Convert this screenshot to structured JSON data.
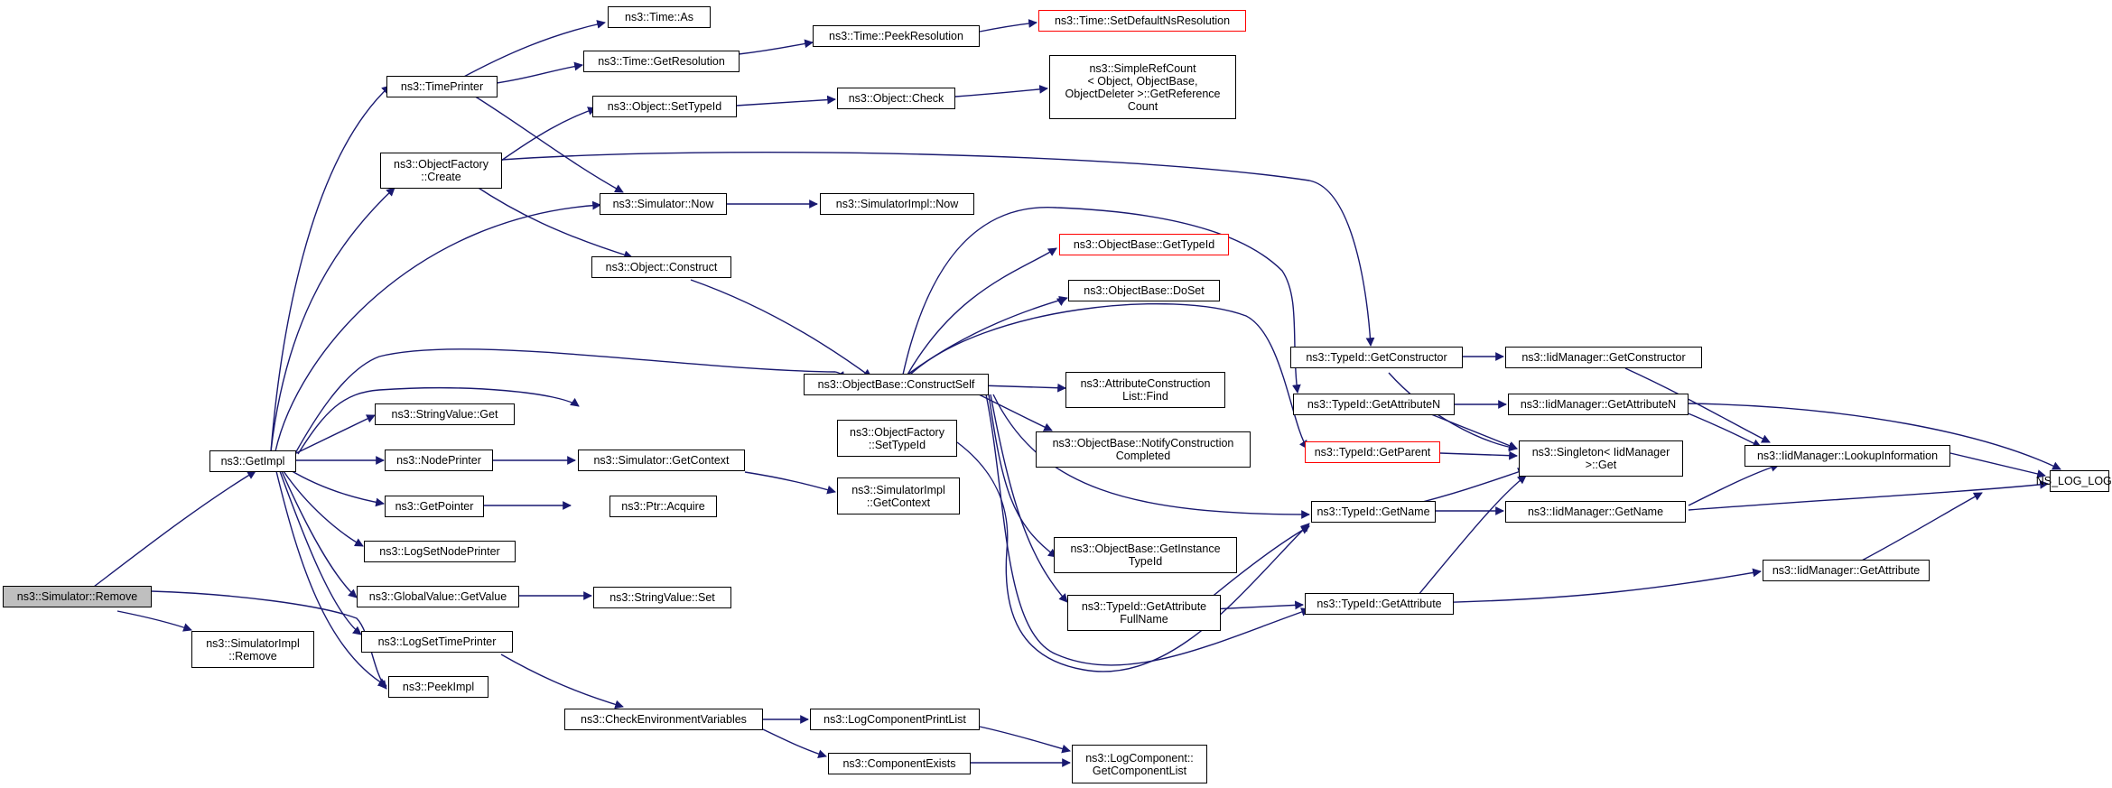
{
  "colors": {
    "edge": "#191970",
    "border": "#000000",
    "highlight_border": "#ff0000",
    "root_fill": "#bfbfbf"
  },
  "nodes": {
    "simulator_remove": "ns3::Simulator::Remove",
    "getimpl": "ns3::GetImpl",
    "simulatorimpl_remove": "ns3::SimulatorImpl\n::Remove",
    "peekimpl": "ns3::PeekImpl",
    "timeprinter": "ns3::TimePrinter",
    "objectfactory_create": "ns3::ObjectFactory\n::Create",
    "stringvalue_get": "ns3::StringValue::Get",
    "nodeprinter": "ns3::NodePrinter",
    "getpointer": "ns3::GetPointer",
    "logsetnodeprinter": "ns3::LogSetNodePrinter",
    "globalvalue_getvalue": "ns3::GlobalValue::GetValue",
    "logsettimeprinter": "ns3::LogSetTimePrinter",
    "time_as": "ns3::Time::As",
    "time_getresolution": "ns3::Time::GetResolution",
    "object_settypeid": "ns3::Object::SetTypeId",
    "simulator_now": "ns3::Simulator::Now",
    "object_construct": "ns3::Object::Construct",
    "simulator_getcontext": "ns3::Simulator::GetContext",
    "ptr_acquire": "ns3::Ptr::Acquire",
    "stringvalue_set": "ns3::StringValue::Set",
    "checkenvvars": "ns3::CheckEnvironmentVariables",
    "time_peekresolution": "ns3::Time::PeekResolution",
    "object_check": "ns3::Object::Check",
    "simulatorimpl_now": "ns3::SimulatorImpl::Now",
    "objectbase_constructself": "ns3::ObjectBase::ConstructSelf",
    "objectfactory_settypeid": "ns3::ObjectFactory\n::SetTypeId",
    "simulatorimpl_getcontext": "ns3::SimulatorImpl\n::GetContext",
    "logcomponentprintlist": "ns3::LogComponentPrintList",
    "componentexists": "ns3::ComponentExists",
    "time_setdefaultnsresolution": "ns3::Time::SetDefaultNsResolution",
    "simplerefcount": "ns3::SimpleRefCount\n< Object, ObjectBase,\n ObjectDeleter >::GetReference\nCount",
    "objectbase_gettypeid": "ns3::ObjectBase::GetTypeId",
    "objectbase_doset": "ns3::ObjectBase::DoSet",
    "attributeconstructionlist_find": "ns3::AttributeConstruction\nList::Find",
    "objectbase_notifyconstructioncompleted": "ns3::ObjectBase::NotifyConstruction\nCompleted",
    "objectbase_getinstancetypeid": "ns3::ObjectBase::GetInstance\nTypeId",
    "typeid_getattributefullname": "ns3::TypeId::GetAttribute\nFullName",
    "logcomponent_getcomponentlist": "ns3::LogComponent::\nGetComponentList",
    "typeid_getconstructor": "ns3::TypeId::GetConstructor",
    "typeid_getattributen": "ns3::TypeId::GetAttributeN",
    "typeid_getparent": "ns3::TypeId::GetParent",
    "typeid_getname": "ns3::TypeId::GetName",
    "typeid_getattribute": "ns3::TypeId::GetAttribute",
    "iidmanager_getconstructor": "ns3::IidManager::GetConstructor",
    "iidmanager_getattributen": "ns3::IidManager::GetAttributeN",
    "singleton_get": "ns3::Singleton< IidManager\n >::Get",
    "iidmanager_getname": "ns3::IidManager::GetName",
    "iidmanager_getattribute": "ns3::IidManager::GetAttribute",
    "iidmanager_lookupinformation": "ns3::IidManager::LookupInformation",
    "ns_log_logic": "NS_LOG_LOGIC"
  }
}
